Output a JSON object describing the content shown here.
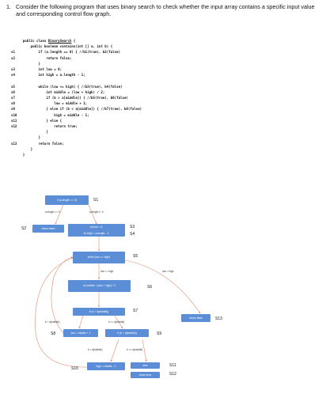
{
  "question": {
    "number": "1.",
    "text": "Consider the following program that uses binary search to check whether the input array contains a specific input value and corresponding control flow graph."
  },
  "code": {
    "lines": [
      {
        "label": "",
        "pre": "public class ",
        "cls": "BinarySearch",
        "post": " {"
      },
      {
        "label": "",
        "text": "    public boolean contains(int [] a, int b) {"
      },
      {
        "label": "s1",
        "text": "        if (a.length == 0) { //b1(true), b2(false)"
      },
      {
        "label": "s2",
        "text": "            return false;"
      },
      {
        "label": "",
        "text": "        }"
      },
      {
        "label": "s3",
        "text": "        int low = 0;"
      },
      {
        "label": "s4",
        "text": "        int high = a.length - 1;"
      },
      {
        "label": "",
        "text": ""
      },
      {
        "label": "s5",
        "text": "        while (low <= high) { //b3(true), b4(false)"
      },
      {
        "label": "s6",
        "text": "            int middle = (low + high) / 2;"
      },
      {
        "label": "s7",
        "text": "            if (b > a[middle]) { //b5(true), b6(false)"
      },
      {
        "label": "s8",
        "text": "                low = middle + 1;"
      },
      {
        "label": "s9",
        "text": "            } else if (b < a[middle]) { //b7(true), b8(false)"
      },
      {
        "label": "s10",
        "text": "                high = middle - 1;"
      },
      {
        "label": "s11",
        "text": "            } else {"
      },
      {
        "label": "s12",
        "text": "                return true;"
      },
      {
        "label": "",
        "text": "            }"
      },
      {
        "label": "",
        "text": "        }"
      },
      {
        "label": "s13",
        "text": "        return false;"
      },
      {
        "label": "",
        "text": "    }"
      },
      {
        "label": "",
        "text": "}"
      }
    ]
  },
  "cfg": {
    "nodes": {
      "s1": {
        "text": "if (a.length == 0)",
        "label": "S1"
      },
      "s2": {
        "text": "return false",
        "label": "S2"
      },
      "s3": {
        "text": "int low = 0;",
        "label": "S3"
      },
      "s4": {
        "text": "int high = a.length - 1;",
        "label": "S4"
      },
      "s5": {
        "text": "while (low <= high)",
        "label": "S5"
      },
      "s6": {
        "text": "int middle = (low + high) / 2",
        "label": "S6"
      },
      "s7": {
        "text": "if (b > a[middle])",
        "label": "S7"
      },
      "s8": {
        "text": "low = middle + 1",
        "label": "S8"
      },
      "s9": {
        "text": "if (b < a[middle])",
        "label": "S9"
      },
      "s10": {
        "text": "high = middle - 1",
        "label": "S10"
      },
      "s11": {
        "text": "else",
        "label": "S11"
      },
      "s12": {
        "text": "return true",
        "label": "S12"
      },
      "s13": {
        "text": "return false",
        "label": "S13"
      }
    },
    "edge_labels": {
      "len_eq": "a.length == 0",
      "len_ne": "a.length != 0",
      "low_le": "low <= high",
      "low_gt": "low > high",
      "b_gt": "b > a[middle]",
      "b_le": "b <= a[middle]",
      "b_lt": "b < a[middle]",
      "b_ge": "b >= a[middle]"
    }
  }
}
